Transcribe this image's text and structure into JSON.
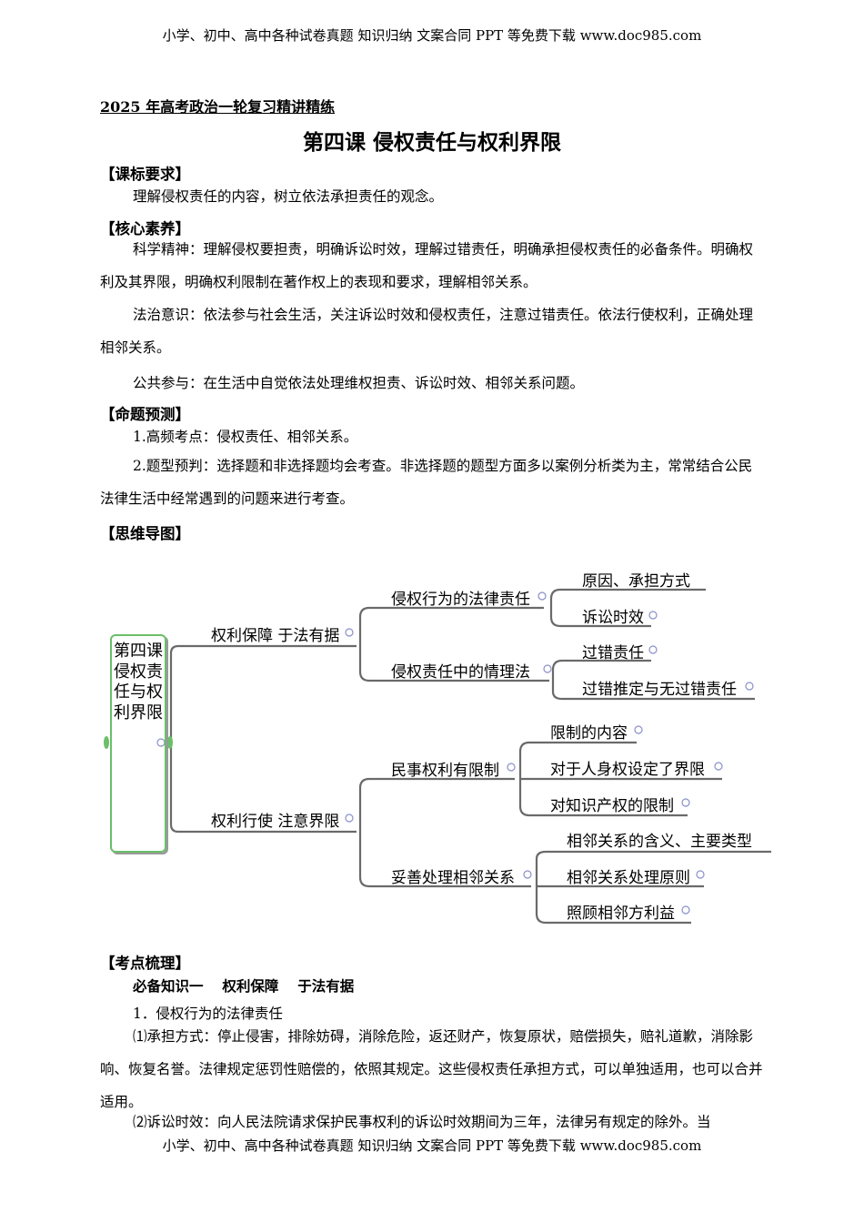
{
  "header_text": "小学、初中、高中各种试卷真题 知识归纳 文案合同 PPT 等免费下载   www.doc985.com",
  "footer_text": "小学、初中、高中各种试卷真题 知识归纳 文案合同 PPT 等免费下载   www.doc985.com",
  "subtitle": "2025 年高考政治一轮复习精讲精练",
  "title": "第四课  侵权责任与权利界限",
  "sections": {
    "kebiao": {
      "heading": "【课标要求】",
      "para": "理解侵权责任的内容，树立依法承担责任的观念。"
    },
    "suyang": {
      "heading": "【核心素养】",
      "para1": "科学精神：理解侵权要担责，明确诉讼时效，理解过错责任，明确承担侵权责任的必备条件。明确权利及其界限，明确权利限制在著作权上的表现和要求，理解相邻关系。",
      "para2": "法治意识：依法参与社会生活，关注诉讼时效和侵权责任，注意过错责任。依法行使权利，正确处理相邻关系。",
      "para3": "公共参与：在生活中自觉依法处理维权担责、诉讼时效、相邻关系问题。"
    },
    "yuce": {
      "heading": "【命题预测】",
      "para1": "1.高频考点：侵权责任、相邻关系。",
      "para2": "2.题型预判：选择题和非选择题均会考查。非选择题的题型方面多以案例分析类为主，常常结合公民法律生活中经常遇到的问题来进行考查。"
    },
    "daotu": {
      "heading": "【思维导图】"
    },
    "shuli": {
      "heading": "【考点梳理】",
      "bold_line": "必备知识一　 权利保障　 于法有据",
      "item1": "1．侵权行为的法律责任",
      "para1": "⑴承担方式：停止侵害，排除妨碍，消除危险，返还财产，恢复原状，赔偿损失，赔礼道歉，消除影响、恢复名誉。法律规定惩罚性赔偿的，依照其规定。这些侵权责任承担方式，可以单独适用，也可以合并适用。",
      "para2": "⑵诉讼时效：向人民法院请求保护民事权利的诉讼时效期间为三年，法律另有规定的除外。当"
    }
  },
  "mindmap": {
    "root": "第四课  侵权责任与权利界限",
    "b1": "权利保障 于法有据",
    "b2": "权利行使 注意界限",
    "b1_1": "侵权行为的法律责任",
    "b1_2": "侵权责任中的情理法",
    "b2_1": "民事权利有限制",
    "b2_2": "妥善处理相邻关系",
    "l1": "原因、承担方式",
    "l2": "诉讼时效",
    "l3": "过错责任",
    "l4": "过错推定与无过错责任",
    "l5": "限制的内容",
    "l6": "对于人身权设定了界限",
    "l7": "对知识产权的限制",
    "l8": "相邻关系的含义、主要类型",
    "l9": "相邻关系处理原则",
    "l10": "照顾相邻方利益",
    "colors": {
      "root_border": "#6abf69",
      "lines": "#6a6a6a",
      "collapse_dot": "#8a8fc8"
    }
  }
}
